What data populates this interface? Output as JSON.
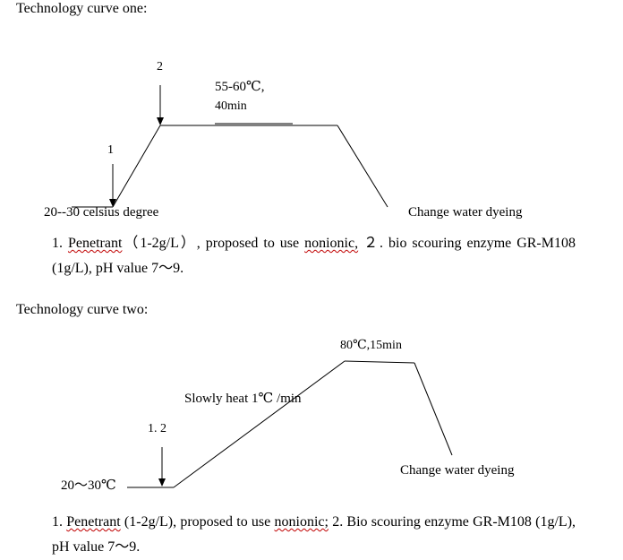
{
  "curve1": {
    "title": "Technology curve one:",
    "label_2": "2",
    "label_1": "1",
    "temp_line1": "55-60℃,",
    "temp_line2": "40min",
    "start_temp": "20--30 celsius degree",
    "end_label": "Change water dyeing",
    "note": {
      "p1": "1. ",
      "p2": "Penetrant",
      "p3": "（1-2g/L）, proposed to use ",
      "p4": "nonionic,",
      "p5": " ２. bio scouring enzyme GR-M108 (1g/L), pH value 7～9."
    }
  },
  "curve2": {
    "title": "Technology curve two:",
    "hold_label": "80℃,15min",
    "ramp_label": "Slowly heat 1℃ /min",
    "label_12": "1. 2",
    "start_temp": "20～30℃",
    "end_label": "Change water dyeing",
    "note": {
      "p1": "1. ",
      "p2": "Penetrant",
      "p3": " (1-2g/L), proposed to use ",
      "p4": "nonionic;",
      "p5": " 2. Bio scouring enzyme GR-M108 (1g/L), pH value 7～9."
    }
  }
}
